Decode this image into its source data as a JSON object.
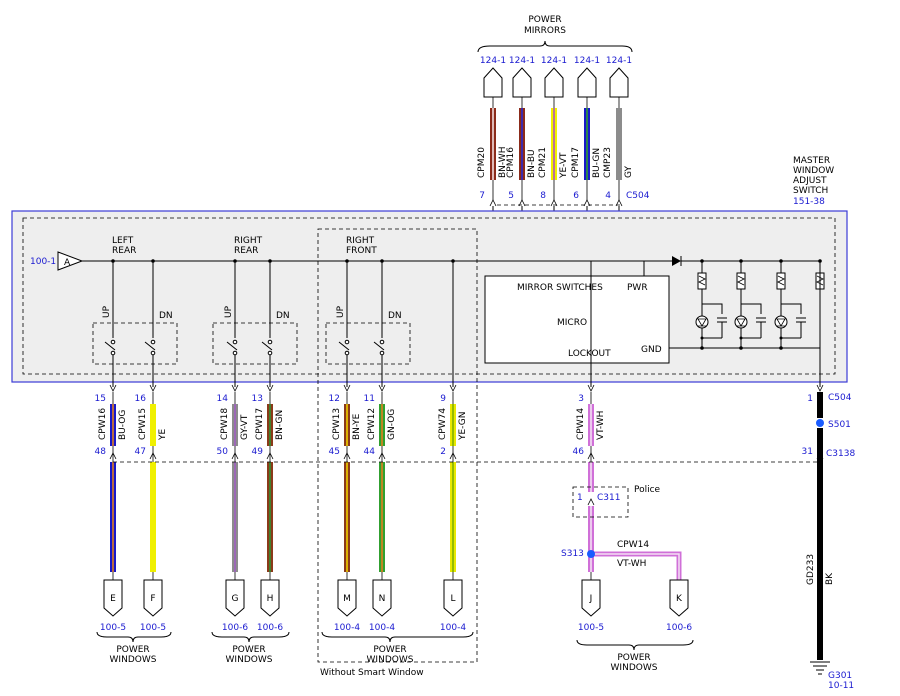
{
  "colors": {
    "border_blue": "#3b3bd6",
    "panel_bg": "#eeeeee",
    "label_blue": "#1a1ad0",
    "splice_blue": "#1a5cff"
  },
  "labels": {
    "power_mirrors_1": "POWER",
    "power_mirrors_2": "MIRRORS",
    "mwas_1": "MASTER",
    "mwas_2": "WINDOW",
    "mwas_3": "ADJUST",
    "mwas_4": "SWITCH",
    "mwas_ref": "151-38",
    "left_rear_1": "LEFT",
    "left_rear_2": "REAR",
    "right_rear_1": "RIGHT",
    "right_rear_2": "REAR",
    "right_front_1": "RIGHT",
    "right_front_2": "FRONT",
    "input_ref": "100-1",
    "input_letter": "A",
    "mirror_switches": "MIRROR SWITCHES",
    "pwr": "PWR",
    "micro": "MICRO",
    "lockout": "LOCKOUT",
    "gnd": "GND",
    "up": "UP",
    "dn": "DN",
    "connector_top": "C504",
    "connector_right": "C504",
    "splice_s501": "S501",
    "connector_c3138": "C3138",
    "connector_c311": "C311",
    "c311_pin": "1",
    "police": "Police",
    "splice_s313": "S313",
    "s313_circuit": "CPW14",
    "s313_color": "VT-WH",
    "gnd_circuit": "GD233",
    "gnd_color": "BK",
    "ground_ref": "G301",
    "ground_page": "10-11",
    "without_smart": "Without Smart Window",
    "pw_1": "POWER",
    "pw_2": "WINDOWS"
  },
  "mirror_wires": [
    {
      "ref": "124-1",
      "circuit": "CPM20",
      "color": "BN-WH",
      "pin": "7",
      "c1": "#8b2b1a",
      "c2": "#f2dede"
    },
    {
      "ref": "124-1",
      "circuit": "CPM16",
      "color": "BN-BU",
      "pin": "5",
      "c1": "#8b2b1a",
      "c2": "#2a2ad0"
    },
    {
      "ref": "124-1",
      "circuit": "CPM21",
      "color": "YE-VT",
      "pin": "8",
      "c1": "#f0f000",
      "c2": "#b050c0"
    },
    {
      "ref": "124-1",
      "circuit": "CPM17",
      "color": "BU-GN",
      "pin": "6",
      "c1": "#1818c8",
      "c2": "#30a030"
    },
    {
      "ref": "124-1",
      "circuit": "CMP23",
      "color": "GY",
      "pin": "4",
      "c1": "#8c8c8c",
      "c2": "#8c8c8c"
    }
  ],
  "window_wires": [
    {
      "circuit": "CPW16",
      "color": "BU-OG",
      "pin_top": "15",
      "pin_bottom": "48",
      "letter": "E",
      "ref": "100-5",
      "c1": "#1818c8",
      "c2": "#e08020"
    },
    {
      "circuit": "CPW15",
      "color": "YE",
      "pin_top": "16",
      "pin_bottom": "47",
      "letter": "F",
      "ref": "100-5",
      "c1": "#f0f000",
      "c2": "#f0f000"
    },
    {
      "circuit": "CPW18",
      "color": "GY-VT",
      "pin_top": "14",
      "pin_bottom": "50",
      "letter": "G",
      "ref": "100-6",
      "c1": "#8c8c8c",
      "c2": "#a060c0"
    },
    {
      "circuit": "CPW17",
      "color": "BN-GN",
      "pin_top": "13",
      "pin_bottom": "49",
      "letter": "H",
      "ref": "100-6",
      "c1": "#8b3a1a",
      "c2": "#309030"
    },
    {
      "circuit": "CPW13",
      "color": "BN-YE",
      "pin_top": "12",
      "pin_bottom": "45",
      "letter": "M",
      "ref": "100-4",
      "c1": "#8b3a1a",
      "c2": "#f0d000"
    },
    {
      "circuit": "CPW12",
      "color": "GN-OG",
      "pin_top": "11",
      "pin_bottom": "44",
      "letter": "N",
      "ref": "100-4",
      "c1": "#30a030",
      "c2": "#e08020"
    },
    {
      "circuit": "CPW74",
      "color": "YE-GN",
      "pin_top": "9",
      "pin_bottom": "2",
      "letter": "L",
      "ref": "100-4",
      "c1": "#e8e800",
      "c2": "#80b000"
    },
    {
      "circuit": "CPW14",
      "color": "VT-WH",
      "pin_top": "3",
      "pin_bottom": "46",
      "letter": "J",
      "ref": "100-5",
      "c1": "#d070d8",
      "c2": "#f4e0f4"
    },
    {
      "circuit": "",
      "color": "",
      "pin_top": "1",
      "pin_bottom": "31",
      "letter": "",
      "ref": "",
      "c1": "#000000",
      "c2": "#000000"
    }
  ],
  "extra_connector": {
    "letter": "K",
    "ref": "100-6"
  }
}
